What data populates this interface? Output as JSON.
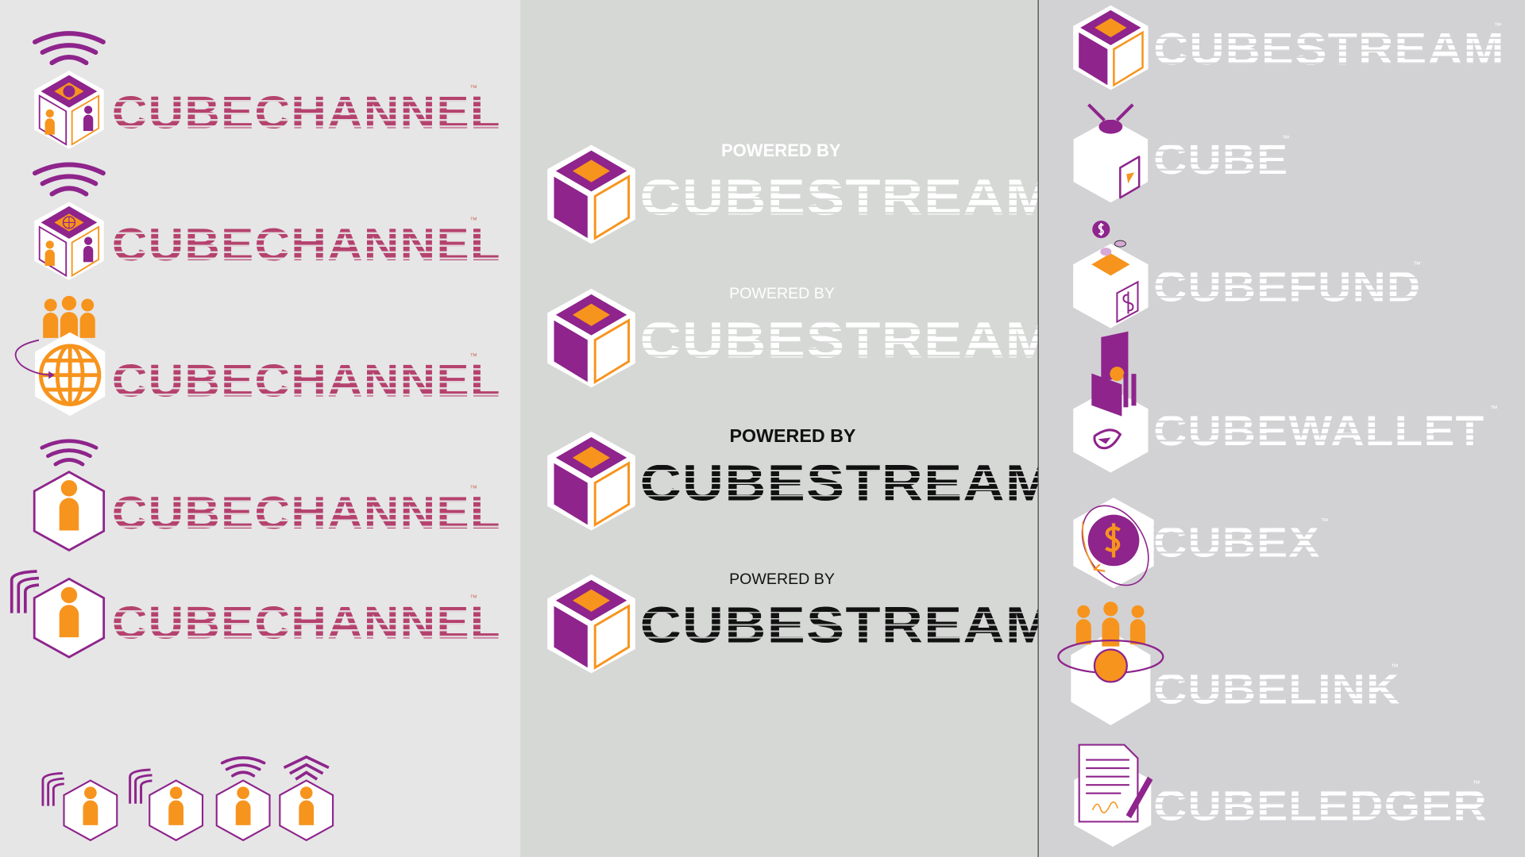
{
  "left": {
    "logos": [
      {
        "name": "CUBECHANNEL",
        "tm": "™",
        "variant": "wifi-cube-person"
      },
      {
        "name": "CUBECHANNEL",
        "tm": "™",
        "variant": "wifi-cube-globe"
      },
      {
        "name": "CUBECHANNEL",
        "tm": "™",
        "variant": "people-globe"
      },
      {
        "name": "CUBECHANNEL",
        "tm": "™",
        "variant": "wifi-person"
      },
      {
        "name": "CUBECHANNEL",
        "tm": "™",
        "variant": "corner-wifi-person"
      }
    ]
  },
  "middle": {
    "blocks": [
      {
        "powered_by": "POWERED BY",
        "name": "CUBESTREAM",
        "style": "white-bold"
      },
      {
        "powered_by": "POWERED BY",
        "name": "CUBESTREAM",
        "style": "white-light"
      },
      {
        "powered_by": "POWERED BY",
        "name": "CUBESTREAM",
        "style": "black-bold"
      },
      {
        "powered_by": "POWERED BY",
        "name": "CUBESTREAM",
        "style": "black-light"
      }
    ]
  },
  "right": {
    "logos": [
      {
        "name": "CUBESTREAM",
        "tm": "™"
      },
      {
        "name": "CUBE",
        "tm": "™"
      },
      {
        "name": "CUBEFUND",
        "tm": "™"
      },
      {
        "name": "CUBEWALLET",
        "tm": "™"
      },
      {
        "name": "CUBEX",
        "tm": "™"
      },
      {
        "name": "CUBELINK",
        "tm": "™"
      },
      {
        "name": "CUBELEDGER",
        "tm": "™"
      }
    ]
  },
  "colors": {
    "purple": "#8e248c",
    "orange": "#f7941d",
    "white": "#ffffff"
  }
}
